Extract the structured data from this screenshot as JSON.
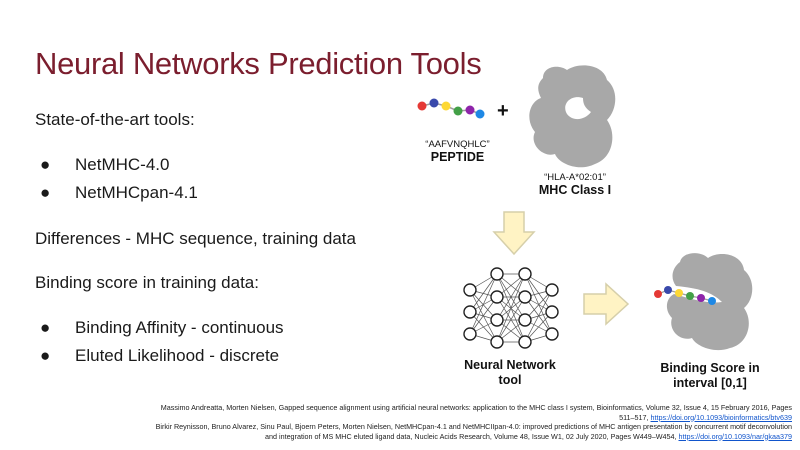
{
  "title": "Neural Networks Prediction Tools",
  "intro": "State-of-the-art tools:",
  "tools": [
    "NetMHC-4.0",
    "NetMHCpan-4.1"
  ],
  "bullet_glyph": "●",
  "differences": "Differences - MHC sequence, training data",
  "binding_intro": "Binding score in training data:",
  "binding_types": [
    "Binding Affinity - continuous",
    "Eluted Likelihood - discrete"
  ],
  "diagram": {
    "plus": "+",
    "peptide_sequence": "“AAFVNQHLC”",
    "peptide_label": "PEPTIDE",
    "mhc_allele": "“HLA-A*02:01”",
    "mhc_label": "MHC Class I",
    "nn_label_line1": "Neural Network",
    "nn_label_line2": "tool",
    "score_label_line1": "Binding Score in",
    "score_label_line2": "interval  [0,1]",
    "bead_colors": [
      "#e53935",
      "#3949ab",
      "#fdd835",
      "#43a047",
      "#8e24aa",
      "#1e88e5",
      "#fb8c00"
    ],
    "mhc_color": "#a8a8a8",
    "arrow_fill": "#fff3c4",
    "arrow_stroke": "#d6cfaa"
  },
  "references": [
    {
      "text1": "Massimo Andreatta, Morten Nielsen, Gapped sequence alignment using artificial neural networks: application to the MHC class I system, Bioinformatics, Volume 32, Issue 4, 15 February 2016, Pages",
      "text2": "511–517, ",
      "link": "https://doi.org/10.1093/bioinformatics/btv639"
    },
    {
      "text1": "Birkir Reynisson, Bruno Alvarez, Sinu Paul, Bjoern Peters, Morten Nielsen, NetMHCpan-4.1 and NetMHCIIpan-4.0: improved predictions of MHC antigen presentation by concurrent motif deconvolution",
      "text2": "and integration of MS MHC eluted ligand data, Nucleic Acids Research, Volume 48, Issue W1, 02 July 2020, Pages W449–W454, ",
      "link": "https://doi.org/10.1093/nar/gkaa379"
    }
  ]
}
